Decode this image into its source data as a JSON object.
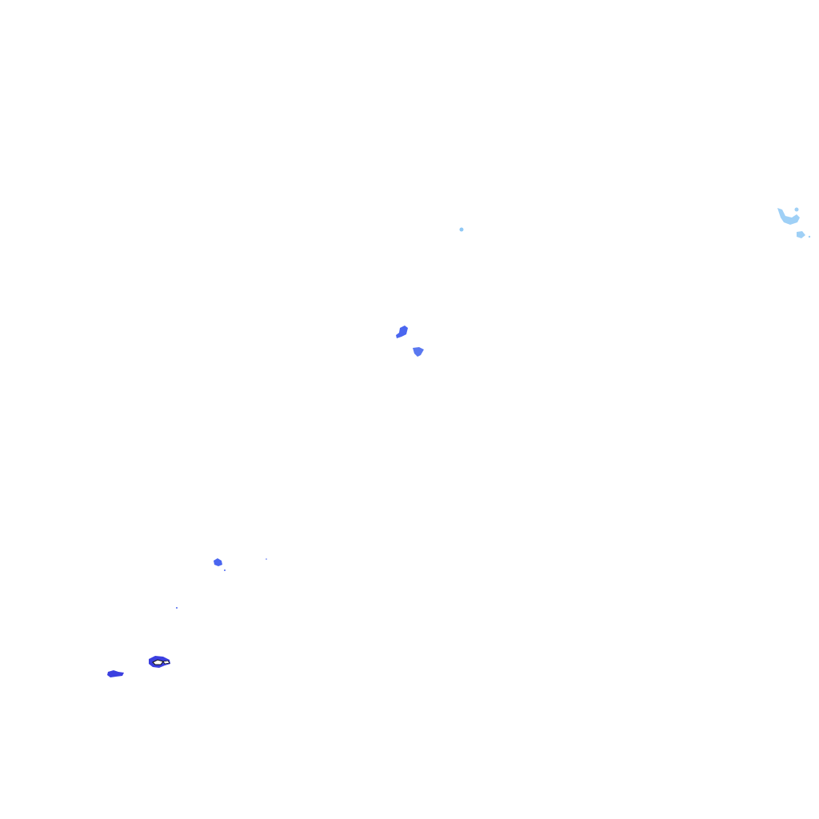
{
  "map": {
    "background": "#ffffff",
    "legend_colors": {
      "light": "#8fc8f5",
      "moderate": "#4a66f0",
      "strong": "#3b3fe0",
      "outline": "#111111"
    },
    "echoes": [
      {
        "name": "echo-northeast-cluster",
        "intensity": "light"
      },
      {
        "name": "echo-northeast-small",
        "intensity": "light"
      },
      {
        "name": "echo-center-north-speck",
        "intensity": "light"
      },
      {
        "name": "echo-center-upper",
        "intensity": "moderate"
      },
      {
        "name": "echo-center-lower",
        "intensity": "moderate"
      },
      {
        "name": "echo-southwest-mid",
        "intensity": "moderate"
      },
      {
        "name": "echo-southwest-core",
        "intensity": "strong"
      },
      {
        "name": "echo-southwest-west",
        "intensity": "strong"
      }
    ]
  }
}
